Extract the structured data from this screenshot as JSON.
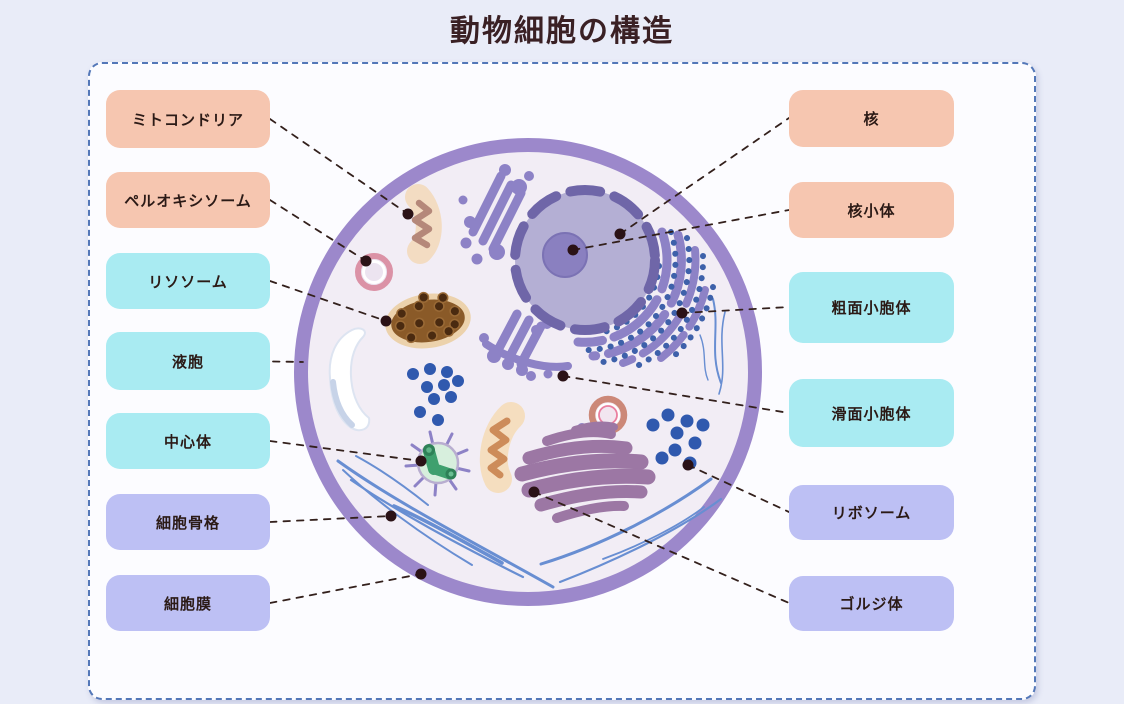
{
  "title": "動物細胞の構造",
  "palette": {
    "page_bg": "#e9ecf8",
    "panel_bg": "#fcfcff",
    "panel_border": "#5377b8",
    "title_color": "#3a2024",
    "label_text": "#2b1a16",
    "label_salmon": "#f6c6b0",
    "label_cyan": "#a9ebf2",
    "label_purple": "#bdc0f4",
    "connector_line": "#33201c",
    "membrane": "#9c88cb",
    "cytoplasm": "#f2edf5",
    "nucleus_fill": "#b4afd4",
    "er_purple": "#8d82c6",
    "ribosome_blue": "#3059ae",
    "golgi_purple": "#9c77a4"
  },
  "labels_left": [
    {
      "text": "ミトコンドリア",
      "color": "salmon"
    },
    {
      "text": "ペルオキシソーム",
      "color": "salmon"
    },
    {
      "text": "リソソーム",
      "color": "cyan"
    },
    {
      "text": "液胞",
      "color": "cyan"
    },
    {
      "text": "中心体",
      "color": "cyan"
    },
    {
      "text": "細胞骨格",
      "color": "purple"
    },
    {
      "text": "細胞膜",
      "color": "purple"
    }
  ],
  "labels_right": [
    {
      "text": "核",
      "color": "salmon"
    },
    {
      "text": "核小体",
      "color": "salmon"
    },
    {
      "text": "粗面小胞体",
      "color": "cyan"
    },
    {
      "text": "滑面小胞体",
      "color": "cyan"
    },
    {
      "text": "リボソーム",
      "color": "purple"
    },
    {
      "text": "ゴルジ体",
      "color": "purple"
    }
  ]
}
